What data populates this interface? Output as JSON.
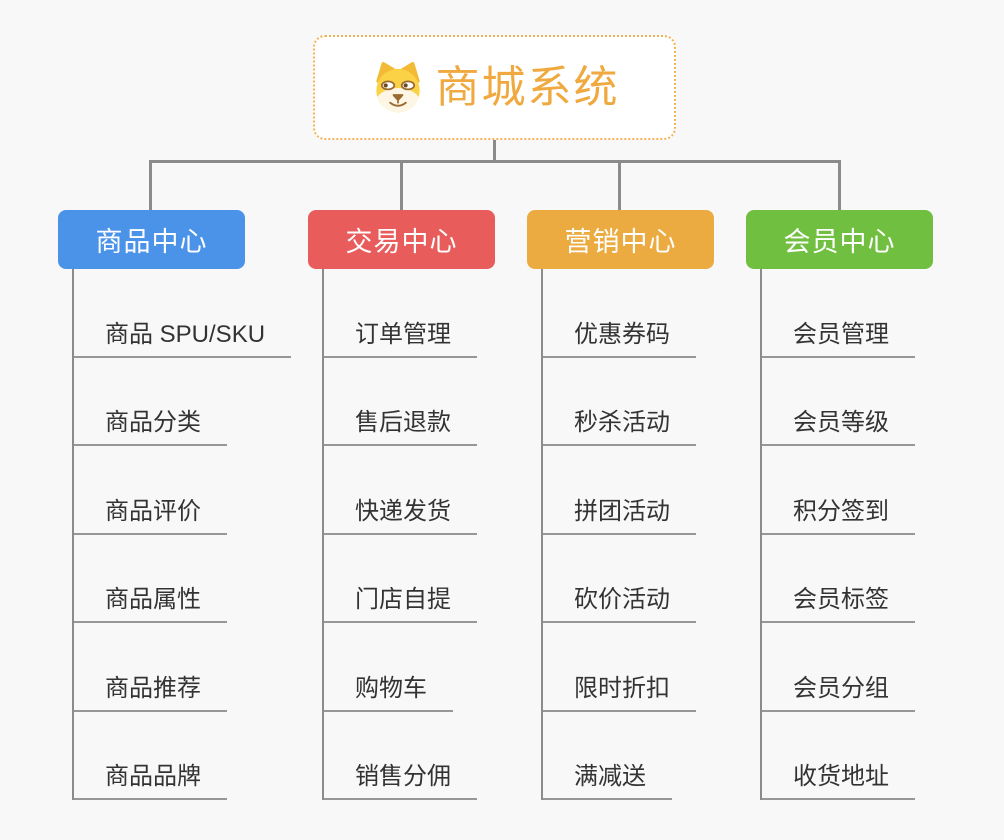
{
  "root": {
    "title": "商城系统",
    "icon": "shiba-dog-icon"
  },
  "branches": [
    {
      "label": "商品中心",
      "color": "#4b93e8",
      "items": [
        "商品 SPU/SKU",
        "商品分类",
        "商品评价",
        "商品属性",
        "商品推荐",
        "商品品牌"
      ]
    },
    {
      "label": "交易中心",
      "color": "#e85c5c",
      "items": [
        "订单管理",
        "售后退款",
        "快递发货",
        "门店自提",
        "购物车",
        "销售分佣"
      ]
    },
    {
      "label": "营销中心",
      "color": "#ebab40",
      "items": [
        "优惠券码",
        "秒杀活动",
        "拼团活动",
        "砍价活动",
        "限时折扣",
        "满减送"
      ]
    },
    {
      "label": "会员中心",
      "color": "#71bf41",
      "items": [
        "会员管理",
        "会员等级",
        "积分签到",
        "会员标签",
        "会员分组",
        "收货地址"
      ]
    }
  ],
  "colors": {
    "background": "#f8f8f8",
    "connector": "#8b8b8b",
    "item_line": "#979797",
    "item_text": "#333333",
    "branch_text": "#ffffff",
    "root_text": "#efa93f",
    "root_border": "#f2b255",
    "root_fill": "#ffffff"
  }
}
